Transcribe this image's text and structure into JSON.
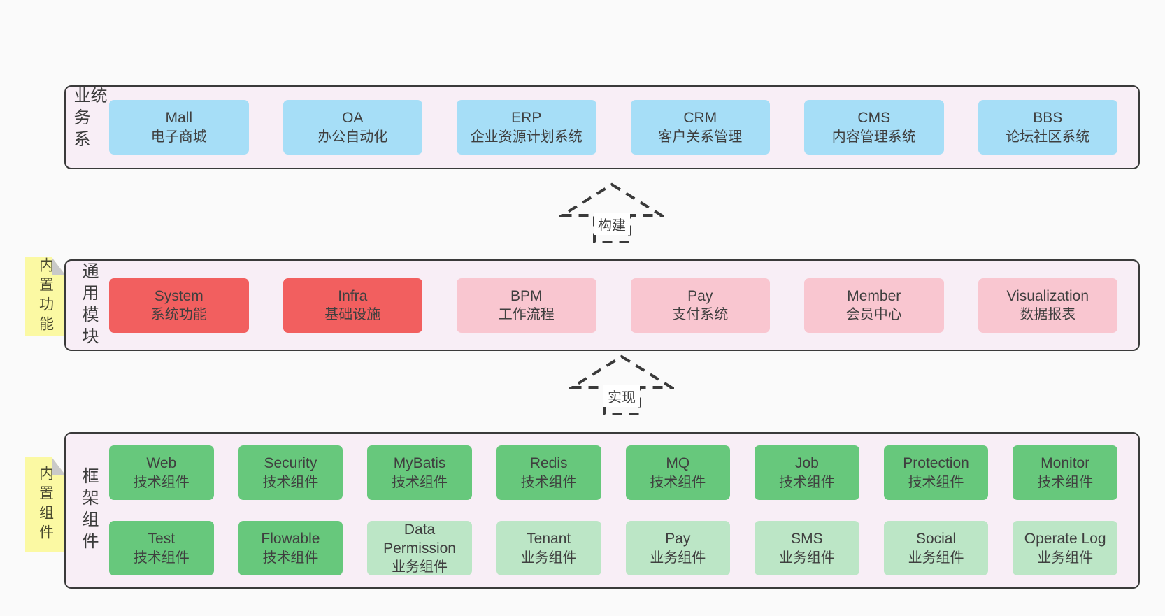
{
  "colors": {
    "page_bg": "#fafafa",
    "panel_bg": "#f8eef6",
    "panel_border": "#3a3a3a",
    "box_blue": "#a6def7",
    "box_red": "#f25f5f",
    "box_pink": "#f9c6d0",
    "box_green": "#67c87c",
    "box_green_light": "#bce6c6",
    "tab_yellow": "#fbf9a3"
  },
  "arrows": [
    {
      "label": "构建"
    },
    {
      "label": "实现"
    }
  ],
  "sections": [
    {
      "label": "业务系统",
      "boxes": [
        {
          "title": "Mall",
          "subtitle": "电子商城"
        },
        {
          "title": "OA",
          "subtitle": "办公自动化"
        },
        {
          "title": "ERP",
          "subtitle": "企业资源计划系统"
        },
        {
          "title": "CRM",
          "subtitle": "客户关系管理"
        },
        {
          "title": "CMS",
          "subtitle": "内容管理系统"
        },
        {
          "title": "BBS",
          "subtitle": "论坛社区系统"
        }
      ]
    },
    {
      "label": "通用模块",
      "tab": "内置功能",
      "boxes": [
        {
          "title": "System",
          "subtitle": "系统功能"
        },
        {
          "title": "Infra",
          "subtitle": "基础设施"
        },
        {
          "title": "BPM",
          "subtitle": "工作流程"
        },
        {
          "title": "Pay",
          "subtitle": "支付系统"
        },
        {
          "title": "Member",
          "subtitle": "会员中心"
        },
        {
          "title": "Visualization",
          "subtitle": "数据报表"
        }
      ]
    },
    {
      "label": "框架组件",
      "tab": "内置组件",
      "boxes": [
        {
          "title": "Web",
          "subtitle": "技术组件"
        },
        {
          "title": "Security",
          "subtitle": "技术组件"
        },
        {
          "title": "MyBatis",
          "subtitle": "技术组件"
        },
        {
          "title": "Redis",
          "subtitle": "技术组件"
        },
        {
          "title": "MQ",
          "subtitle": "技术组件"
        },
        {
          "title": "Job",
          "subtitle": "技术组件"
        },
        {
          "title": "Protection",
          "subtitle": "技术组件"
        },
        {
          "title": "Monitor",
          "subtitle": "技术组件"
        },
        {
          "title": "Test",
          "subtitle": "技术组件"
        },
        {
          "title": "Flowable",
          "subtitle": "技术组件"
        },
        {
          "title": "Data Permission",
          "subtitle": "业务组件"
        },
        {
          "title": "Tenant",
          "subtitle": "业务组件"
        },
        {
          "title": "Pay",
          "subtitle": "业务组件"
        },
        {
          "title": "SMS",
          "subtitle": "业务组件"
        },
        {
          "title": "Social",
          "subtitle": "业务组件"
        },
        {
          "title": "Operate Log",
          "subtitle": "业务组件"
        }
      ]
    }
  ]
}
